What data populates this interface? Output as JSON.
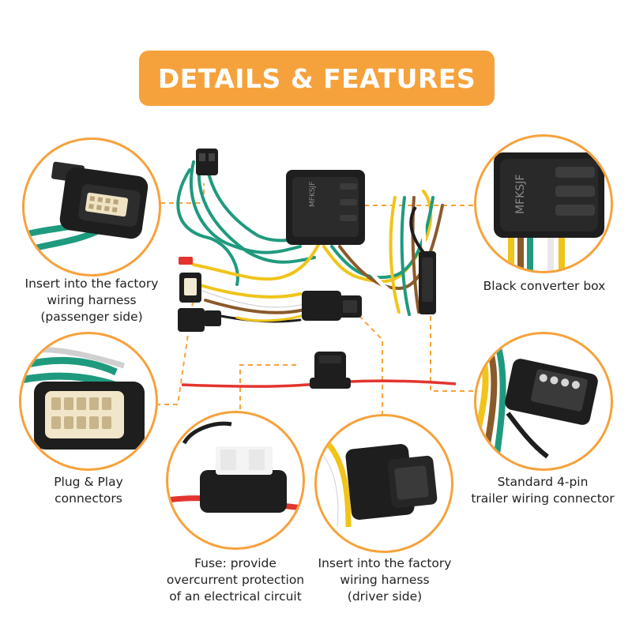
{
  "banner": {
    "title": "DETAILS & FEATURES",
    "color": "#f6a23c"
  },
  "callouts": {
    "factory_passenger": {
      "lines": [
        "Insert into the factory",
        "wiring harness",
        "(passenger side)"
      ]
    },
    "converter_box": {
      "lines": [
        "Black converter box"
      ]
    },
    "plug_play": {
      "lines": [
        "Plug & Play",
        "connectors"
      ]
    },
    "four_pin": {
      "lines": [
        "Standard 4-pin",
        "trailer wiring connector"
      ]
    },
    "fuse": {
      "lines": [
        "Fuse: provide",
        "overcurrent protection",
        "of an electrical circuit"
      ]
    },
    "factory_driver": {
      "lines": [
        "Insert into the factory",
        "wiring harness",
        "(driver side)"
      ]
    }
  },
  "converter_marking": "MFKSJF",
  "colors": {
    "accent": "#f6a23c",
    "wire_green": "#1f9a7e",
    "wire_yellow": "#f0c419",
    "wire_brown": "#8b5a2b",
    "wire_red": "#e3342f",
    "connector_black": "#1e1e1e"
  }
}
